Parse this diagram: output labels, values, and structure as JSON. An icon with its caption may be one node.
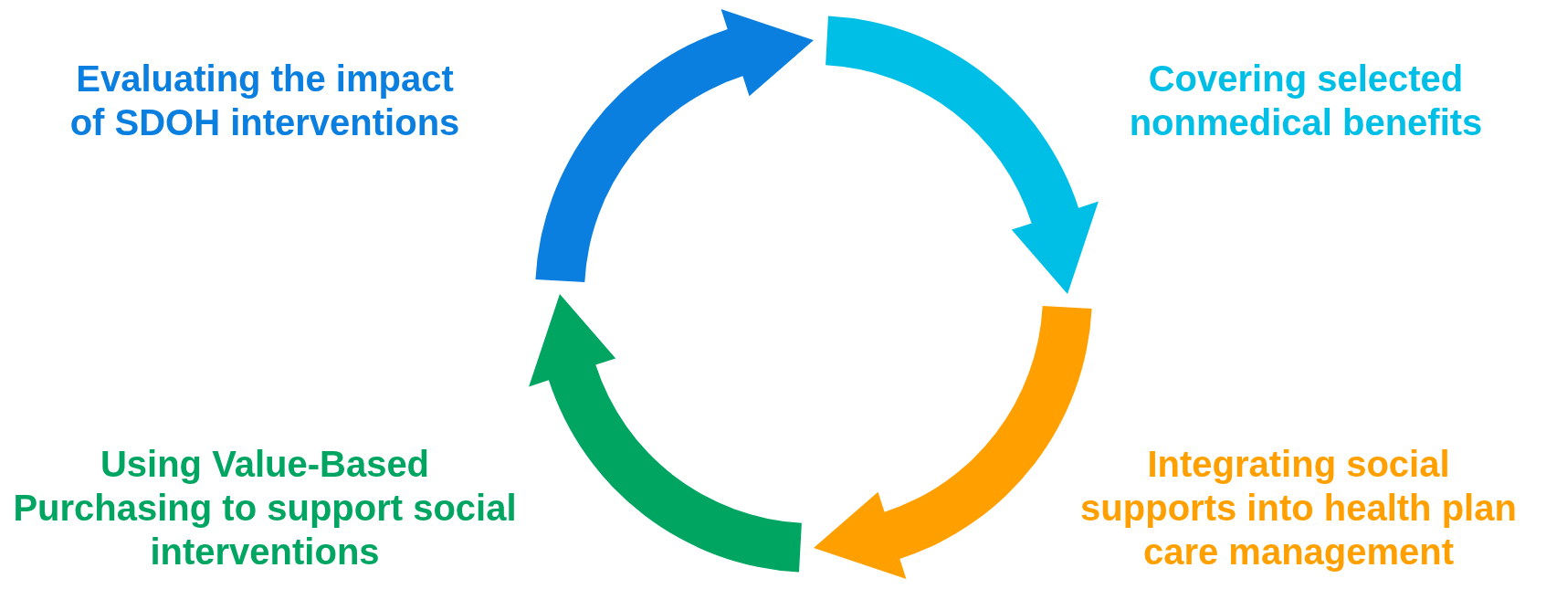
{
  "diagram": {
    "labels": [
      "Evaluating the impact of SDOH interventions",
      "Covering selected nonmedical benefits",
      "Using Value-Based Purchasing to support social interventions",
      "Integrating social supports into health plan care management"
    ]
  }
}
